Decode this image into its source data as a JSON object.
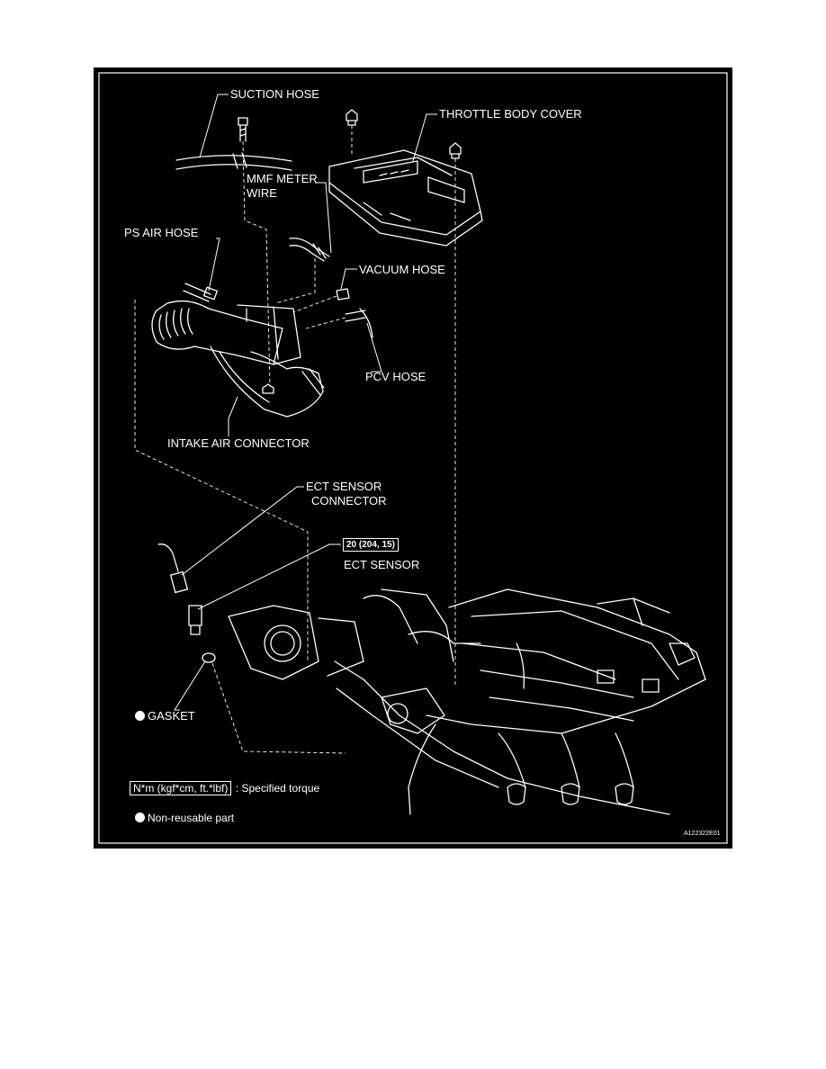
{
  "labels": {
    "suction_hose": "SUCTION HOSE",
    "throttle_body_cover": "THROTTLE BODY COVER",
    "mmf_meter_wire_1": "MMF METER",
    "mmf_meter_wire_2": "WIRE",
    "ps_air_hose": "PS AIR HOSE",
    "vacuum_hose": "VACUUM HOSE",
    "pcv_hose": "PCV HOSE",
    "intake_air_connector": "INTAKE AIR CONNECTOR",
    "ect_sensor_connector_1": "ECT SENSOR",
    "ect_sensor_connector_2": "CONNECTOR",
    "ect_torque": "20 (204, 15)",
    "ect_sensor": "ECT SENSOR",
    "gasket": "GASKET"
  },
  "legend": {
    "torque_unit": "N*m (kgf*cm, ft.*lbf)",
    "torque_desc": ": Specified torque",
    "nonreusable_desc": "Non-reusable part"
  },
  "figure_ref": "A122322E01",
  "colors": {
    "background": "#000000",
    "ink": "#ffffff",
    "page": "#ffffff"
  }
}
